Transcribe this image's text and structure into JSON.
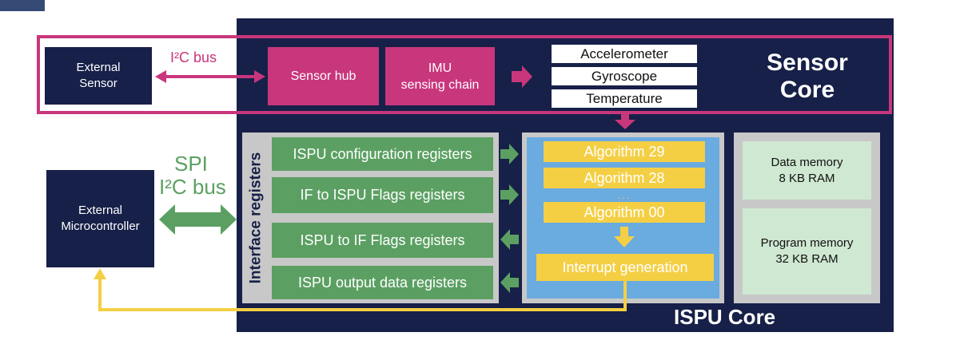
{
  "external_sensor": {
    "line1": "External",
    "line2": "Sensor"
  },
  "i2c_bus_label": "I²C bus",
  "sensor_hub": "Sensor hub",
  "imu_chain": {
    "line1": "IMU",
    "line2": "sensing chain"
  },
  "sensors": [
    "Accelerometer",
    "Gyroscope",
    "Temperature"
  ],
  "sensor_core_title": {
    "line1": "Sensor",
    "line2": "Core"
  },
  "spi_label": "SPI",
  "i2c_bus_label2": "I²C bus",
  "external_mcu": {
    "line1": "External",
    "line2": "Microcontroller"
  },
  "interface_registers_label": "Interface registers",
  "registers": [
    "ISPU configuration registers",
    "IF to ISPU Flags registers",
    "ISPU to IF Flags registers",
    "ISPU output data registers"
  ],
  "algorithms": [
    "Algorithm 29",
    "Algorithm 28",
    "...",
    "Algorithm 00"
  ],
  "interrupt_generation": "Interrupt generation",
  "data_memory": {
    "line1": "Data memory",
    "line2": "8 KB RAM"
  },
  "program_memory": {
    "line1": "Program memory",
    "line2": "32 KB RAM"
  },
  "ispu_core_title": "ISPU Core",
  "colors": {
    "navy": "#172048",
    "magenta": "#c8367c",
    "green": "#5ba062",
    "yellow": "#f4cf44",
    "gray": "#c8c8c8",
    "blue": "#6aabe0",
    "memory_green": "#cfe8d2"
  }
}
